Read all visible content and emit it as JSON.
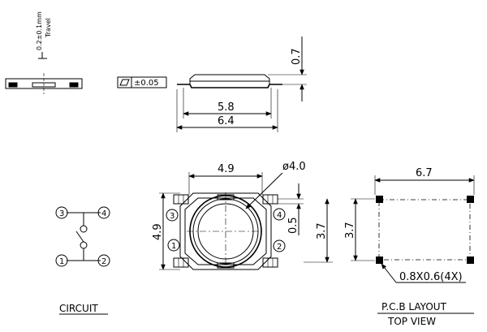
{
  "side_view": {
    "travel_label": "0.2±0.1mm",
    "travel_label_2": "Travel"
  },
  "front_view": {
    "flatness_tolerance": "±0.05",
    "dim_height": "0.7",
    "dim_body_width": "5.8",
    "dim_overall_width": "6.4"
  },
  "top_view": {
    "dim_body": "4.9",
    "dim_actuator_diameter": "ø4.0",
    "dim_height_left": "4.9",
    "dim_pin_pitch": "0.5",
    "dim_height_right": "3.7",
    "pins": [
      "1",
      "2",
      "3",
      "4"
    ]
  },
  "circuit": {
    "caption": "CIRCUIT",
    "pins": [
      "1",
      "2",
      "3",
      "4"
    ]
  },
  "pcb": {
    "dim_width": "6.7",
    "dim_height": "3.7",
    "pad_note": "0.8X0.6(4X)",
    "caption_line1": "P.C.B  LAYOUT",
    "caption_line2": "TOP   VIEW"
  }
}
